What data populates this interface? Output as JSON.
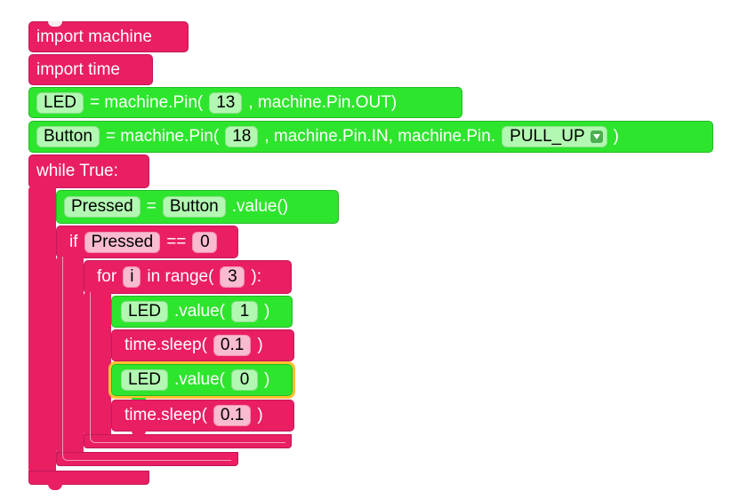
{
  "program": {
    "import_machine": "import machine",
    "import_time": "import time",
    "led_assign": {
      "var": "LED",
      "eq": "= machine.Pin(",
      "pin": "13",
      "mode": ", machine.Pin.OUT)"
    },
    "button_assign": {
      "var": "Button",
      "eq": "= machine.Pin(",
      "pin": "18",
      "mode": ", machine.Pin.IN, machine.Pin.",
      "pull": "PULL_UP",
      "close": ")"
    },
    "while_loop": "while True:",
    "pressed_assign": {
      "var": "Pressed",
      "eq": "=",
      "obj": "Button",
      "method": ".value()"
    },
    "if_stmt": {
      "kw": "if",
      "var": "Pressed",
      "op": "==",
      "val": "0"
    },
    "for_loop": {
      "kw": "for",
      "var": "i",
      "mid": "in range(",
      "count": "3",
      "close": "):"
    },
    "led_on": {
      "obj": "LED",
      "method": ".value(",
      "val": "1",
      "close": ")"
    },
    "sleep1": {
      "fn": "time.sleep(",
      "val": "0.1",
      "close": ")"
    },
    "led_off": {
      "obj": "LED",
      "method": ".value(",
      "val": "0",
      "close": ")"
    },
    "sleep2": {
      "fn": "time.sleep(",
      "val": "0.1",
      "close": ")"
    }
  },
  "colors": {
    "pink": "#e91e63",
    "green": "#2ee52e",
    "selected_outline": "#fbc02d"
  }
}
